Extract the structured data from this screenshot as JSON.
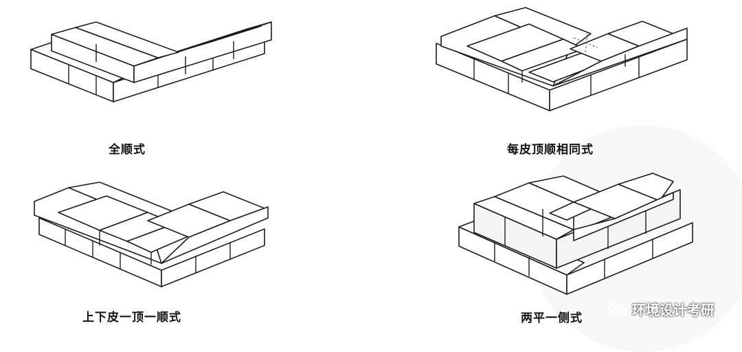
{
  "diagrams": [
    {
      "caption": "全顺式"
    },
    {
      "caption": "每皮顶顺相同式"
    },
    {
      "caption": "上下皮一顶一顺式"
    },
    {
      "caption": "两平一侧式"
    }
  ],
  "watermark": {
    "text": "环境设计考研",
    "icon": "wechat-icon"
  }
}
